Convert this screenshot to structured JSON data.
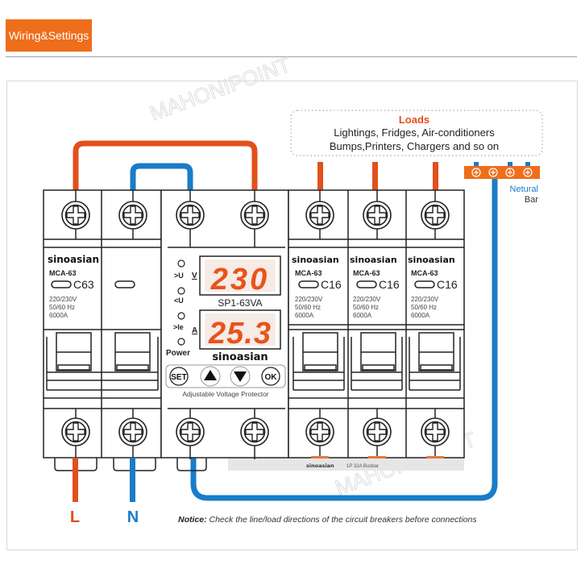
{
  "header": {
    "title": "Wiring&Settings"
  },
  "colors": {
    "accent": "#ee6e1b",
    "live": "#e2501b",
    "neutral": "#1a7cc8",
    "lcd": "#e8531d",
    "line": "#222222"
  },
  "loads": {
    "title": "Loads",
    "line1": "Lightings, Fridges, Air-conditioners",
    "line2": "Bumps,Printers, Chargers and so on"
  },
  "neutral_bar": {
    "label1": "Netural",
    "label2": "Bar"
  },
  "main_breaker": {
    "brand": "sinoasian",
    "model": "MCA-63",
    "rating": "C63",
    "spec1": "220/230V",
    "spec2": "50/60 Hz",
    "spec3": "6000A"
  },
  "protector": {
    "indicators": [
      ">U",
      "<U",
      ">Ie",
      "Power"
    ],
    "voltage_unit": "V",
    "current_unit": "A",
    "voltage_reading": "230",
    "current_reading": "25.3",
    "model": "SP1-63VA",
    "brand": "sinoasian",
    "buttons": {
      "set": "SET",
      "up": "▲",
      "down": "▼",
      "ok": "OK"
    },
    "caption": "Adjustable Voltage Protector"
  },
  "branch_breakers": [
    {
      "brand": "sinoasian",
      "model": "MCA-63",
      "rating": "C16",
      "spec1": "220/230V",
      "spec2": "50/60 Hz",
      "spec3": "6000A"
    },
    {
      "brand": "sinoasian",
      "model": "MCA-63",
      "rating": "C16",
      "spec1": "220/230V",
      "spec2": "50/60 Hz",
      "spec3": "6000A"
    },
    {
      "brand": "sinoasian",
      "model": "MCA-63",
      "rating": "C16",
      "spec1": "220/230V",
      "spec2": "50/60 Hz",
      "spec3": "6000A"
    }
  ],
  "busbar": {
    "brand": "sinoasian",
    "label": "1P 32A Busbar"
  },
  "terminals": {
    "live": "L",
    "neutral": "N"
  },
  "notice": {
    "label": "Notice:",
    "text": " Check the line/load directions of the circuit breakers before connections"
  },
  "watermark": "MAHONIPOINT"
}
